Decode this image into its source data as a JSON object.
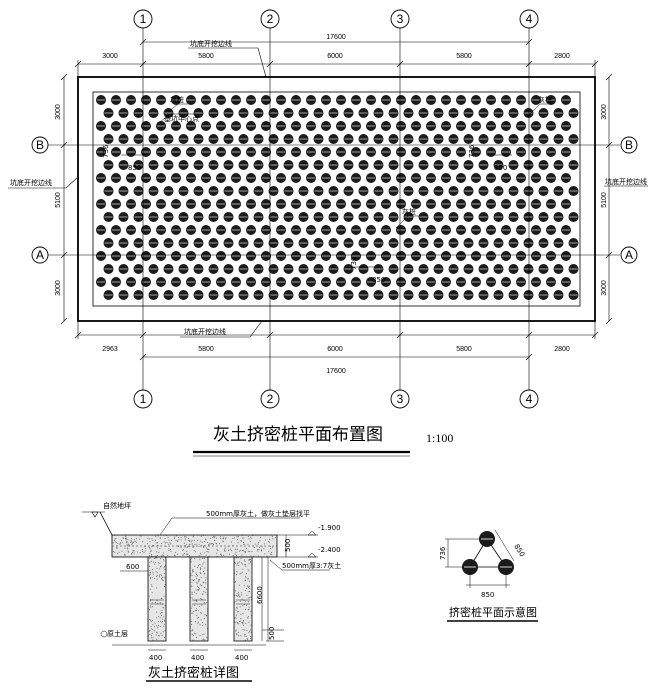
{
  "plan": {
    "axes_x": [
      "1",
      "2",
      "3",
      "4"
    ],
    "axes_y": [
      "B",
      "A"
    ],
    "top_dims": [
      "3000",
      "5800",
      "6000",
      "5800",
      "2800"
    ],
    "top_total": "17600",
    "bottom_dims": [
      "2963",
      "5800",
      "6000",
      "5800",
      "2800"
    ],
    "bottom_total": "17600",
    "left_dims": [
      "3000",
      "5100",
      "3000"
    ],
    "right_dims": [
      "3000",
      "5100",
      "3000"
    ],
    "excavation_line_top": "坑底开挖边线",
    "excavation_line_bottom": "坑底开挖边线",
    "excavation_line_left": "坑底开挖边线",
    "excavation_line_right": "坑底开挖边线",
    "pile_label": "灰桩",
    "center_point_label": "基坑中心点",
    "spacing_labels": [
      "850",
      "850",
      "850"
    ],
    "offset_labels": [
      "736",
      "736",
      "736"
    ],
    "title": "灰土挤密桩平面布置图",
    "scale": "1:100"
  },
  "detail": {
    "ground_label": "自然地坪",
    "top_layer_label": "500mm厚灰土，做灰土垫层找平",
    "level_top": "-1.900",
    "level_mid": "-2.400",
    "cushion_label": "500mm厚3:7灰土",
    "dim_500": "500",
    "dim_600": "600",
    "dim_6600": "6600",
    "dim_500_bottom": "500",
    "pile_widths": [
      "400",
      "400",
      "400"
    ],
    "base_label": "原土层",
    "title": "灰土挤密桩详图"
  },
  "triangle": {
    "spacing_side": "850",
    "spacing_bottom": "850",
    "height": "736",
    "title": "挤密桩平面示意图"
  }
}
